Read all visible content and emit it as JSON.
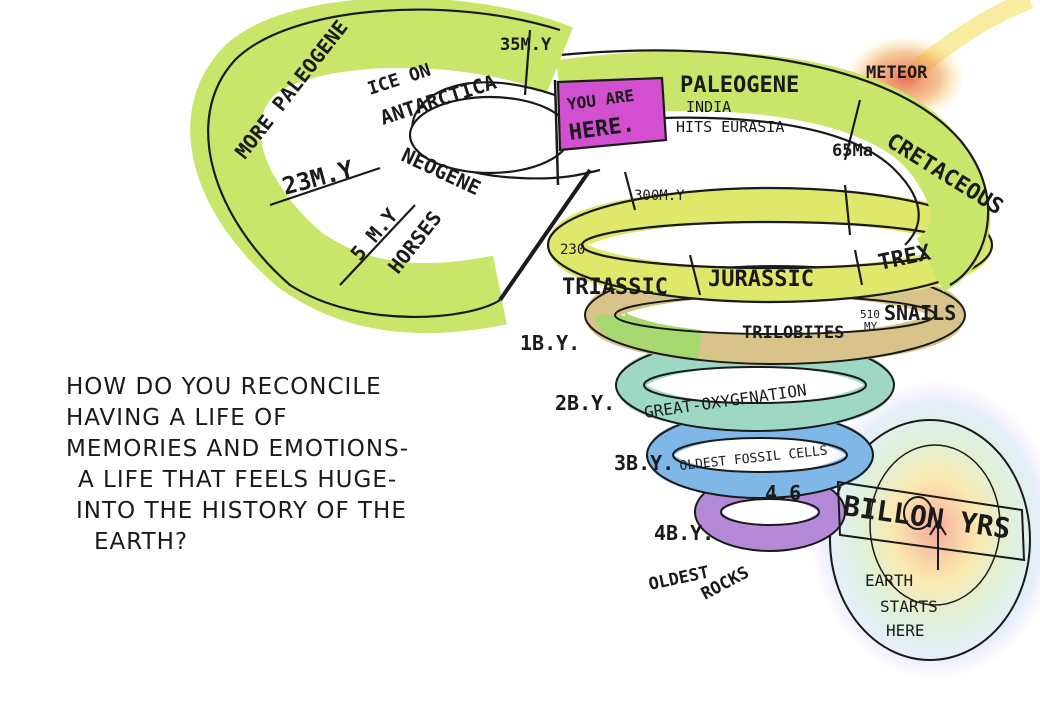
{
  "question_lines": [
    "HOW DO YOU RECONCILE",
    "HAVING A LIFE OF",
    "MEMORIES AND EMOTIONS-",
    "A LIFE THAT FEELS HUGE-",
    "INTO THE HISTORY OF THE",
    "EARTH?"
  ],
  "labels": {
    "more_paleogene": "MORE PALEOGENE",
    "ice_on": "ICE ON",
    "antarctica": "ANTARCTICA",
    "my35": "35M.Y",
    "my23": "23M.Y",
    "neogene": "NEOGENE",
    "my5": "5 M.Y",
    "horses": "HORSES",
    "you_are": "YOU ARE",
    "here": "HERE.",
    "paleogene": "PALEOGENE",
    "india": "INDIA",
    "hits_eurasia": "HITS EURASIA",
    "ma65": "65Ma",
    "meteor": "METEOR",
    "cretaceous": "CRETACEOUS",
    "trex": "TREX",
    "my300": "300M.Y",
    "n230": "230",
    "triassic": "TRIASSIC",
    "jurassic": "JURASSIC",
    "trilobites": "TRILOBITES",
    "my510_a": "510",
    "my510_b": "MY",
    "snails": "SNAILS",
    "by1": "1B.Y.",
    "by2": "2B.Y.",
    "great_oxygenation": "GREAT-OXYGENATION",
    "by3": "3B.Y.",
    "oldest_fossil_cells": "OLDEST FOSSIL CELLS",
    "n46": "4.6",
    "billion_yrs": "BILLON YRS",
    "by4": "4B.Y.",
    "oldest": "OLDEST",
    "rocks": "ROCKS",
    "earth": "EARTH",
    "starts": "STARTS",
    "here_end": "HERE"
  },
  "colors": {
    "outline": "#1a1a1a",
    "lime": "#c9e56a",
    "yellow_green": "#dfe86a",
    "tan": "#d8c48a",
    "teal": "#9ed8c4",
    "blue": "#7fb8e6",
    "purple": "#b48ad8",
    "flag": "#d24fd0",
    "meteor": "#e8644a"
  }
}
